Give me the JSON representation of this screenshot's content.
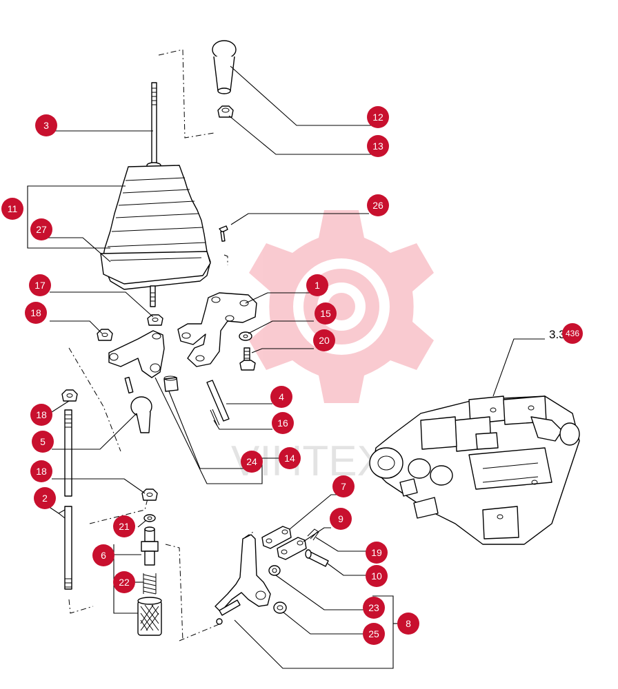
{
  "watermark": {
    "text": "VIHTEX"
  },
  "reference": {
    "label_prefix": "3.3",
    "label_number": "436"
  },
  "callouts": [
    {
      "id": "12",
      "label": "12"
    },
    {
      "id": "13",
      "label": "13"
    },
    {
      "id": "3",
      "label": "3"
    },
    {
      "id": "11",
      "label": "11"
    },
    {
      "id": "27",
      "label": "27"
    },
    {
      "id": "26",
      "label": "26"
    },
    {
      "id": "1",
      "label": "1"
    },
    {
      "id": "17",
      "label": "17"
    },
    {
      "id": "15",
      "label": "15"
    },
    {
      "id": "18a",
      "label": "18"
    },
    {
      "id": "20",
      "label": "20"
    },
    {
      "id": "4",
      "label": "4"
    },
    {
      "id": "18b",
      "label": "18"
    },
    {
      "id": "16",
      "label": "16"
    },
    {
      "id": "5",
      "label": "5"
    },
    {
      "id": "24",
      "label": "24"
    },
    {
      "id": "14",
      "label": "14"
    },
    {
      "id": "18c",
      "label": "18"
    },
    {
      "id": "7",
      "label": "7"
    },
    {
      "id": "2",
      "label": "2"
    },
    {
      "id": "9",
      "label": "9"
    },
    {
      "id": "21",
      "label": "21"
    },
    {
      "id": "19",
      "label": "19"
    },
    {
      "id": "6",
      "label": "6"
    },
    {
      "id": "10",
      "label": "10"
    },
    {
      "id": "22",
      "label": "22"
    },
    {
      "id": "23",
      "label": "23"
    },
    {
      "id": "8",
      "label": "8"
    },
    {
      "id": "25",
      "label": "25"
    }
  ]
}
